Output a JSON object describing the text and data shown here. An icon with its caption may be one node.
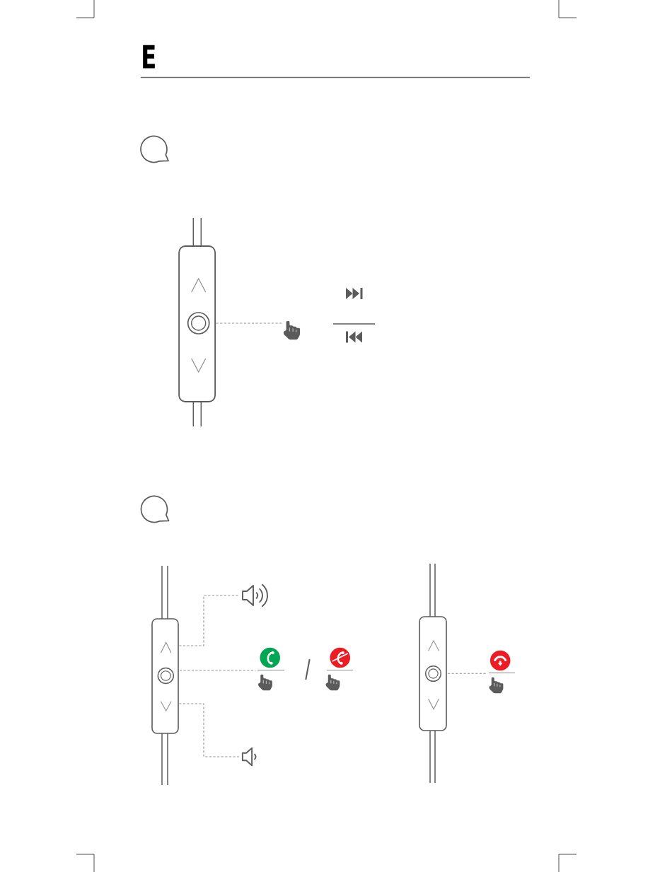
{
  "diagram": {
    "nodes": [
      {
        "text": [],
        "shape": "circle"
      },
      {
        "text": [],
        "shape": "hand"
      },
      {
        "text": [],
        "shape": "chevron"
      },
      {
        "text": [],
        "shape": "circle"
      },
      {
        "text": [],
        "shape": "chevron"
      },
      {
        "text": [],
        "shape": "speaker"
      },
      {
        "text": [],
        "shape": "hand"
      },
      {
        "text": [],
        "shape": "speaker"
      },
      {
        "text": [],
        "shape": "circle"
      },
      {
        "text": [],
        "shape": "hand"
      }
    ],
    "edges": [
      {
        "from": 0,
        "to": 1,
        "arrow": "none",
        "style": "dashed"
      },
      {
        "from": 2,
        "to": 5,
        "arrow": "none",
        "style": "dashed"
      },
      {
        "from": 3,
        "to": 6,
        "arrow": "none",
        "style": "dashed"
      },
      {
        "from": 4,
        "to": 7,
        "arrow": "none",
        "style": "dashed"
      },
      {
        "from": 8,
        "to": 9,
        "arrow": "none",
        "style": "dashed"
      }
    ],
    "labels": [
      "E"
    ]
  }
}
